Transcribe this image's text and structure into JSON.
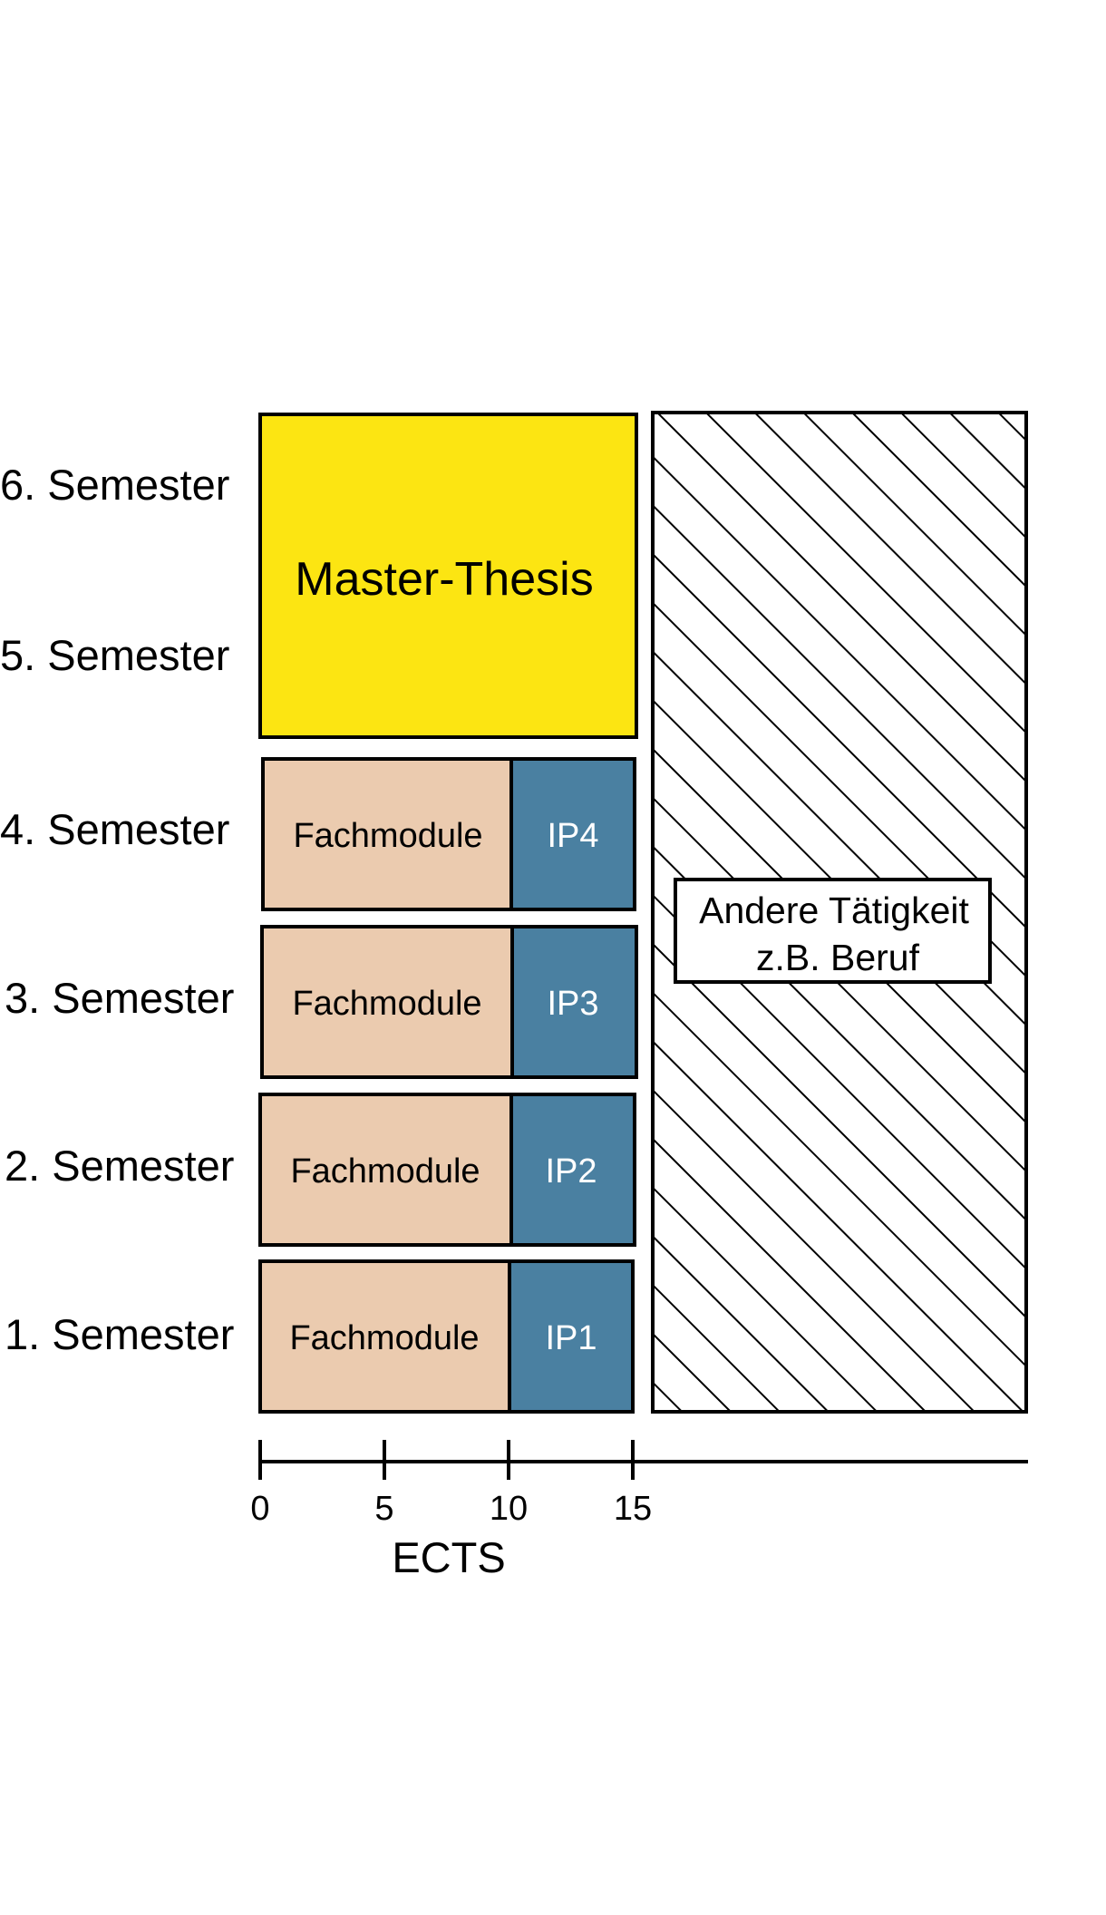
{
  "semesters": [
    "1. Semester",
    "2. Semester",
    "3. Semester",
    "4. Semester",
    "5. Semester",
    "6. Semester"
  ],
  "modules": [
    {
      "semester": "1. Semester",
      "fach_label": "Fachmodule",
      "fach_ects": 10,
      "ip_label": "IP1",
      "ip_ects": 5
    },
    {
      "semester": "2. Semester",
      "fach_label": "Fachmodule",
      "fach_ects": 10,
      "ip_label": "IP2",
      "ip_ects": 5
    },
    {
      "semester": "3. Semester",
      "fach_label": "Fachmodule",
      "fach_ects": 10,
      "ip_label": "IP3",
      "ip_ects": 5
    },
    {
      "semester": "4. Semester",
      "fach_label": "Fachmodule",
      "fach_ects": 10,
      "ip_label": "IP4",
      "ip_ects": 5
    }
  ],
  "thesis": {
    "label": "Master-Thesis",
    "ects": 15,
    "semesters": [
      "5. Semester",
      "6. Semester"
    ]
  },
  "other_activity": {
    "line1": "Andere Tätigkeit",
    "line2": "z.B. Beruf"
  },
  "axis": {
    "title": "ECTS",
    "ticks": [
      "0",
      "5",
      "10",
      "15"
    ]
  },
  "colors": {
    "fachmodule": "#EBCBAF",
    "ip": "#4A80A1",
    "ip_text": "#FFFFFF",
    "thesis": "#FCE512",
    "outline": "#000000",
    "hatch": "#000000",
    "background": "#FFFFFF"
  }
}
